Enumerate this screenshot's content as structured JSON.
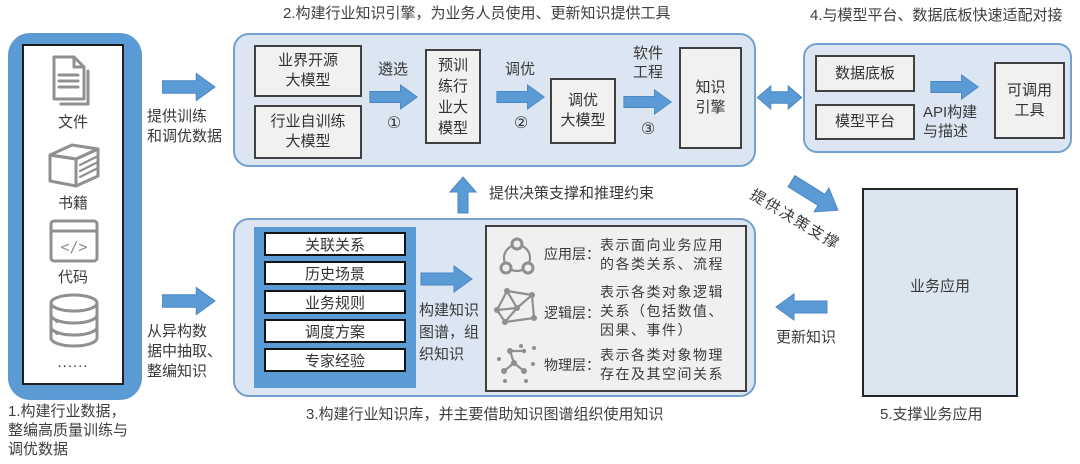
{
  "colors": {
    "arrow_blue": "#5b9bd5",
    "panel_blue": "#5b9bd5",
    "light_blue_fill": "#dbe6f2",
    "light_blue_border": "#74a1d0",
    "gray_box_fill": "#f1f1f1",
    "gray_box_border": "#404040",
    "business_box_fill": "#dce6f1",
    "icon_gray": "#909090",
    "text": "#3a3a3a"
  },
  "captions": {
    "step1": [
      "1.构建行业数据，",
      "整编高质量训练与",
      "调优数据"
    ],
    "step2": "2.构建行业知识引擎，为业务人员使用、更新知识提供工具",
    "step3": "3.构建行业知识库，并主要借助知识图谱组织使用知识",
    "step4": "4.与模型平台、数据底板快速适配对接",
    "step5": "5.支撑业务应用"
  },
  "sources": {
    "doc_label": "文件",
    "book_label": "书籍",
    "code_label": "代码",
    "code_glyph": "</>",
    "ellipsis": "......"
  },
  "flows": {
    "provide_train": [
      "提供训练",
      "和调优数据"
    ],
    "extract": [
      "从异构数",
      "据中抽取、",
      "整编知识"
    ],
    "up_label": "提供决策支撑和推理约束",
    "diag_label": "提供决策支撑",
    "update_label": "更新知识"
  },
  "engine": {
    "open_model": [
      "业界开源",
      "大模型"
    ],
    "self_model": [
      "行业自训练",
      "大模型"
    ],
    "select_label": "遴选",
    "num1": "①",
    "pretrain": [
      "预训",
      "练行",
      "业大",
      "模型"
    ],
    "tune_label": "调优",
    "num2": "②",
    "tuned": [
      "调优",
      "大模型"
    ],
    "se_label": [
      "软件",
      "工程"
    ],
    "num3": "③",
    "engine": [
      "知识",
      "引擎"
    ]
  },
  "adapt": {
    "data_base": "数据底板",
    "model_platform": "模型平台",
    "api_label": [
      "API构建",
      "与描述"
    ],
    "tool": [
      "可调用",
      "工具"
    ]
  },
  "kb": {
    "items": [
      "关联关系",
      "历史场景",
      "业务规则",
      "调度方案",
      "专家经验"
    ],
    "build_label": [
      "构建知识",
      "图谱，组",
      "织知识"
    ],
    "layers": [
      {
        "name": "应用层：",
        "desc": [
          "表示面向业务应用",
          "的各类关系、流程"
        ]
      },
      {
        "name": "逻辑层：",
        "desc": [
          "表示各类对象逻辑",
          "关系（包括数值、",
          "因果、事件）"
        ]
      },
      {
        "name": "物理层：",
        "desc": [
          "表示各类对象物理",
          "存在及其空间关系"
        ]
      }
    ]
  },
  "biz": {
    "label": "业务应用"
  }
}
